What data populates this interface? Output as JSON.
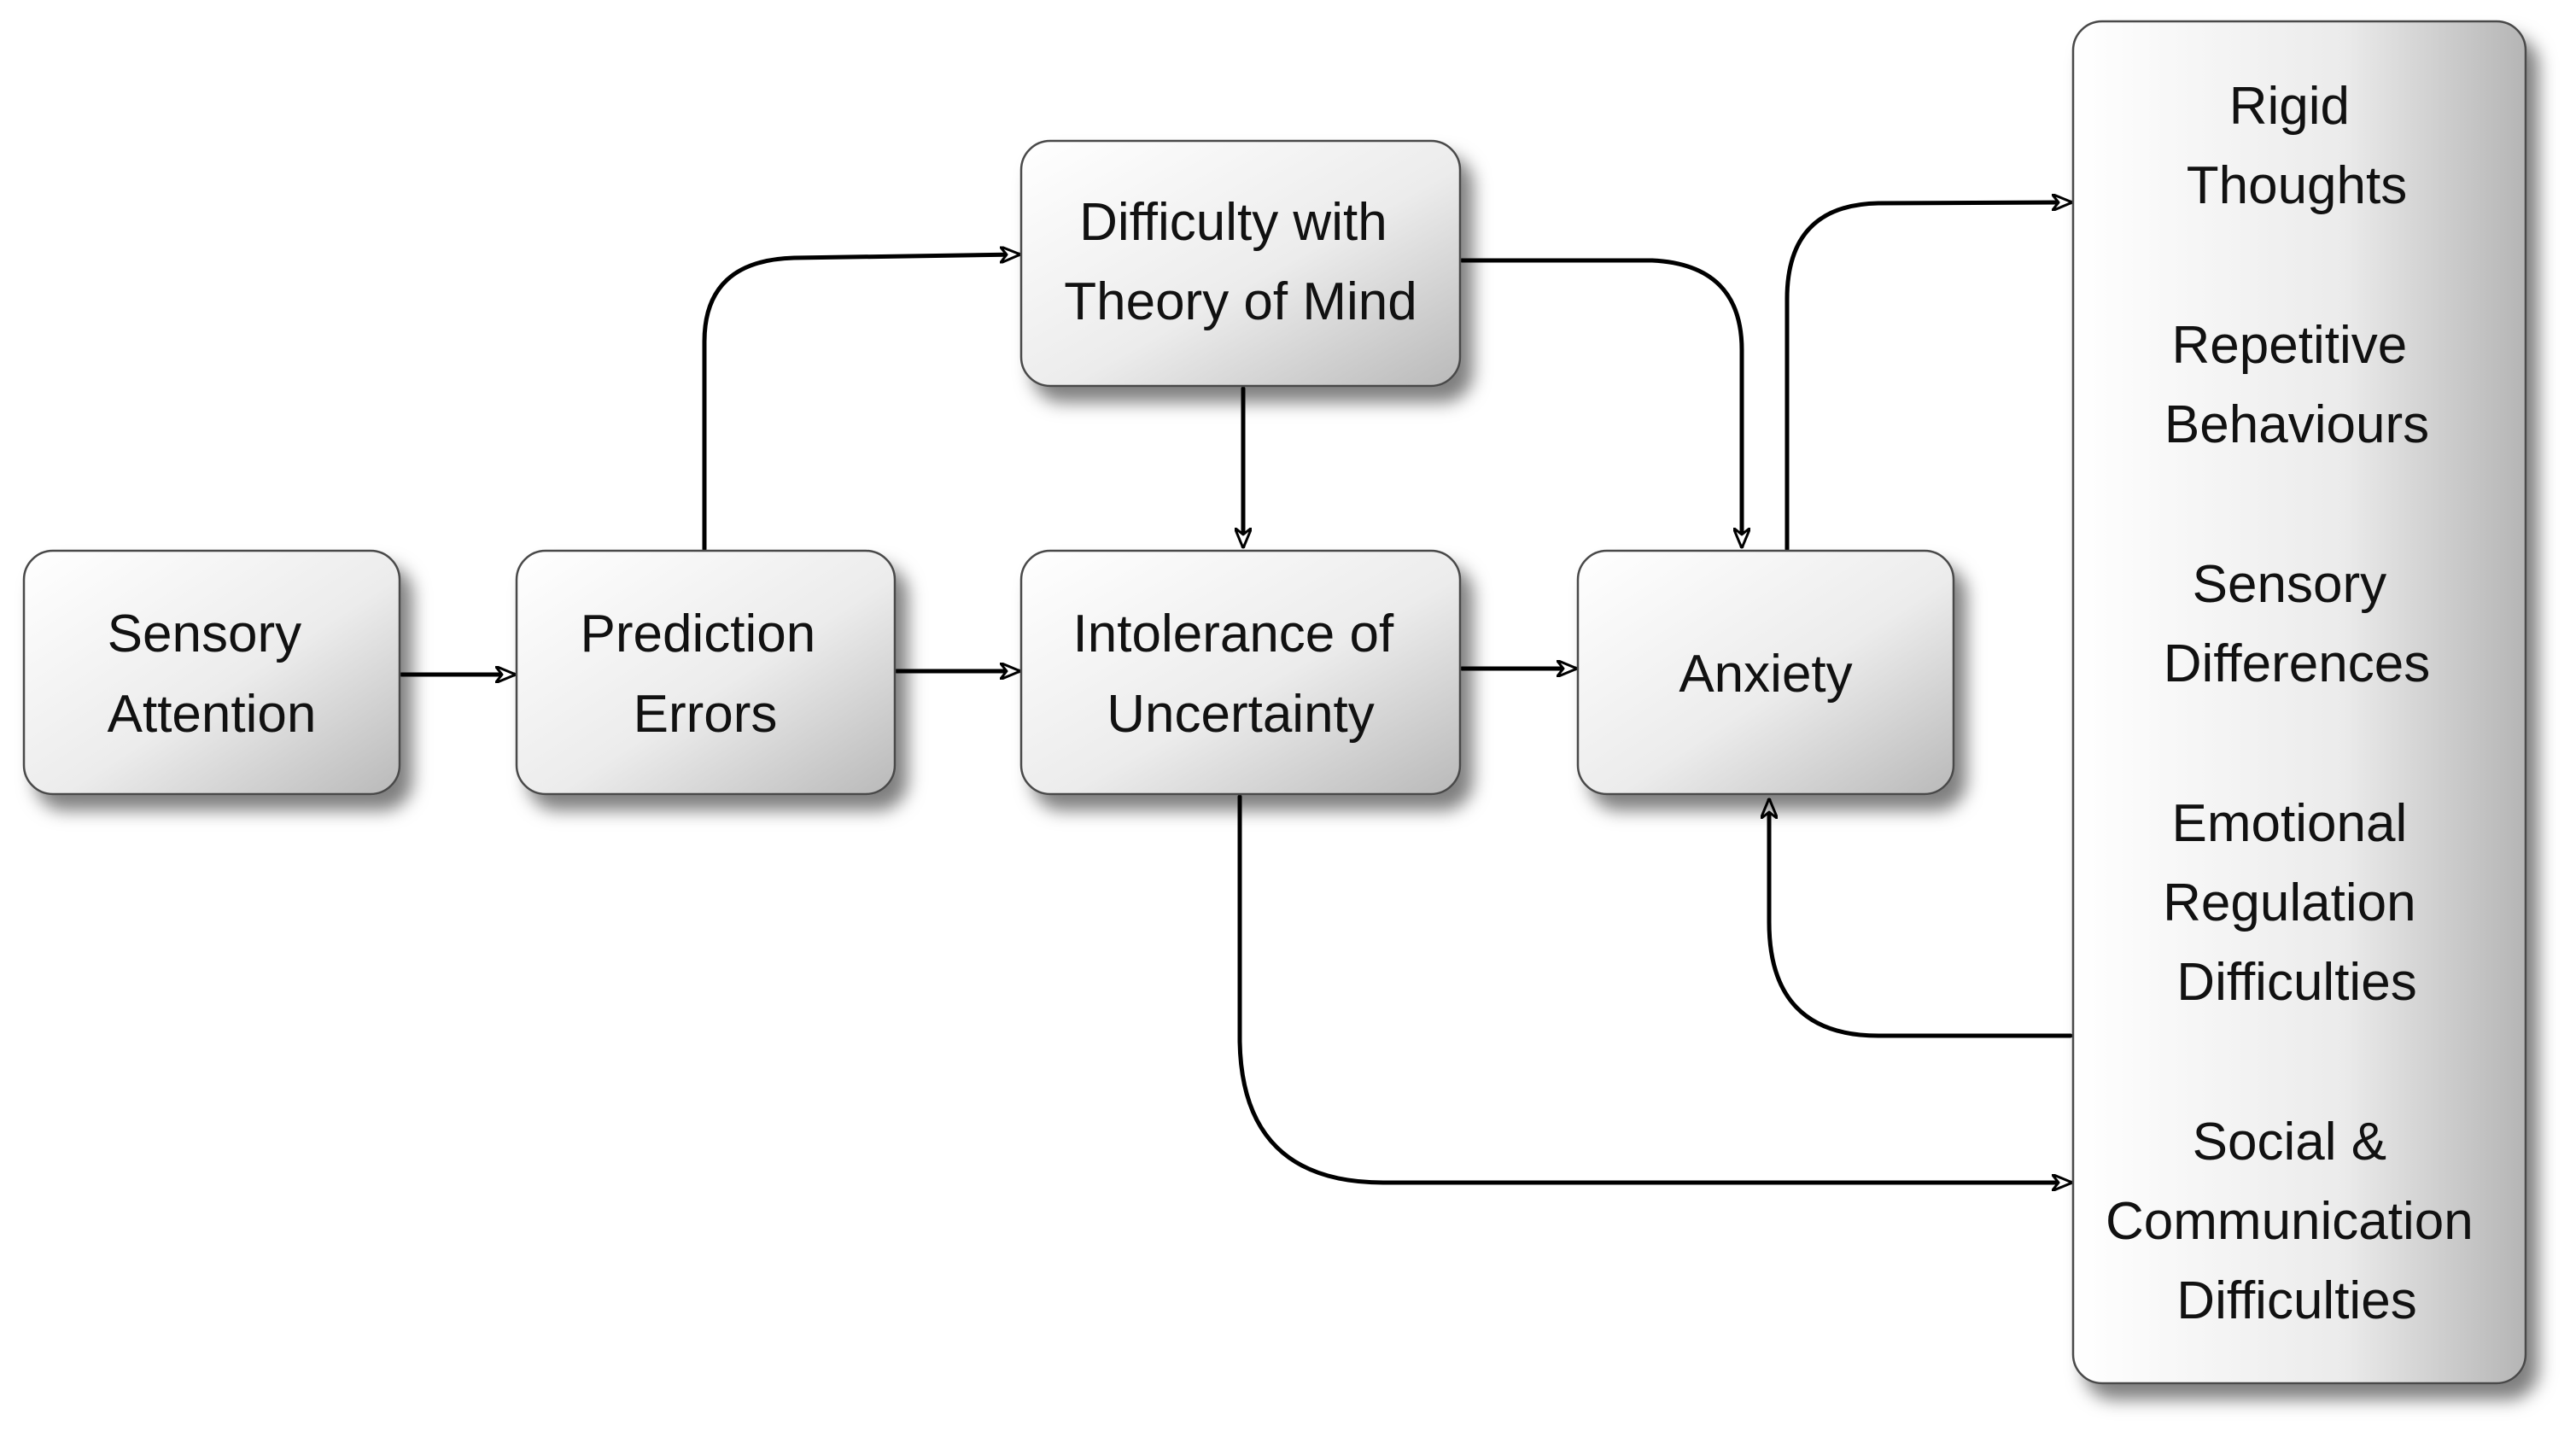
{
  "nodes": {
    "sensory_attention": [
      "Sensory",
      "Attention"
    ],
    "prediction_errors": [
      "Prediction",
      "Errors"
    ],
    "theory_of_mind": [
      "Difficulty with",
      "Theory of Mind"
    ],
    "intolerance_uncertainty": [
      "Intolerance of",
      "Uncertainty"
    ],
    "anxiety": [
      "Anxiety"
    ]
  },
  "outcomes": {
    "rigid_thoughts": [
      "Rigid",
      "Thoughts"
    ],
    "repetitive_behaviours": [
      "Repetitive",
      "Behaviours"
    ],
    "sensory_differences": [
      "Sensory",
      "Differences"
    ],
    "emotional_regulation": [
      "Emotional",
      "Regulation",
      "Difficulties"
    ],
    "social_communication": [
      "Social &",
      "Communication",
      "Difficulties"
    ]
  }
}
